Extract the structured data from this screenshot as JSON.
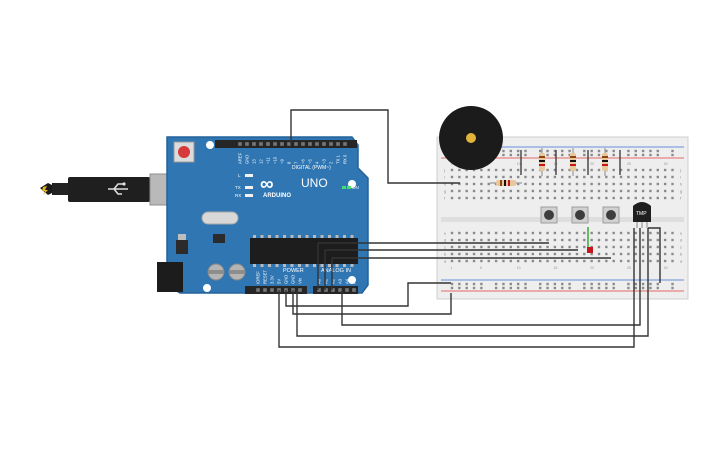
{
  "colors": {
    "background": "#ffffff",
    "arduino_board": "#2f76b3",
    "arduino_board_dark": "#24629a",
    "header": "#262626",
    "breadboard": "#eeeeee",
    "rail_red": "#e33b3b",
    "rail_blue": "#3a6fd8",
    "wire": "#333333",
    "buzzer": "#1b1b1b",
    "buzzer_center": "#e2b33b",
    "led": "#c4161c",
    "resistor_body": "#e8c79d",
    "button_cap": "#3d3d3d",
    "reset_button": "#d63a3a"
  },
  "arduino": {
    "logo": "∞",
    "brand": "ARDUINO",
    "model": "UNO",
    "digital_label": "DIGITAL (PWM~)",
    "power_label": "POWER",
    "analog_label": "ANALOG IN",
    "tx_label": "TX",
    "rx_label": "RX",
    "l_label": "L",
    "on_label": "ON",
    "top_pins": [
      "AREF",
      "GND",
      "13",
      "12",
      "~11",
      "~10",
      "~9",
      "8",
      "7",
      "~6",
      "~5",
      "4",
      "~3",
      "2",
      "TX 1",
      "RX 0"
    ],
    "power_pins": [
      "IOREF",
      "RESET",
      "3.3V",
      "5V",
      "GND",
      "GND",
      "Vin"
    ],
    "analog_pins": [
      "A0",
      "A1",
      "A2",
      "A3",
      "A4",
      "A5"
    ]
  },
  "components": {
    "tmp_sensor_label": "TMP",
    "buzzer_icon": "piezo-buzzer-icon",
    "usb_icon": "usb-cable-icon"
  },
  "breadboard": {
    "row_letters_top": [
      "j",
      "i",
      "h",
      "g",
      "f"
    ],
    "row_letters_bottom": [
      "e",
      "d",
      "c",
      "b",
      "a"
    ],
    "column_numbers": [
      "1",
      "5",
      "10",
      "15",
      "20",
      "25",
      "30"
    ]
  }
}
